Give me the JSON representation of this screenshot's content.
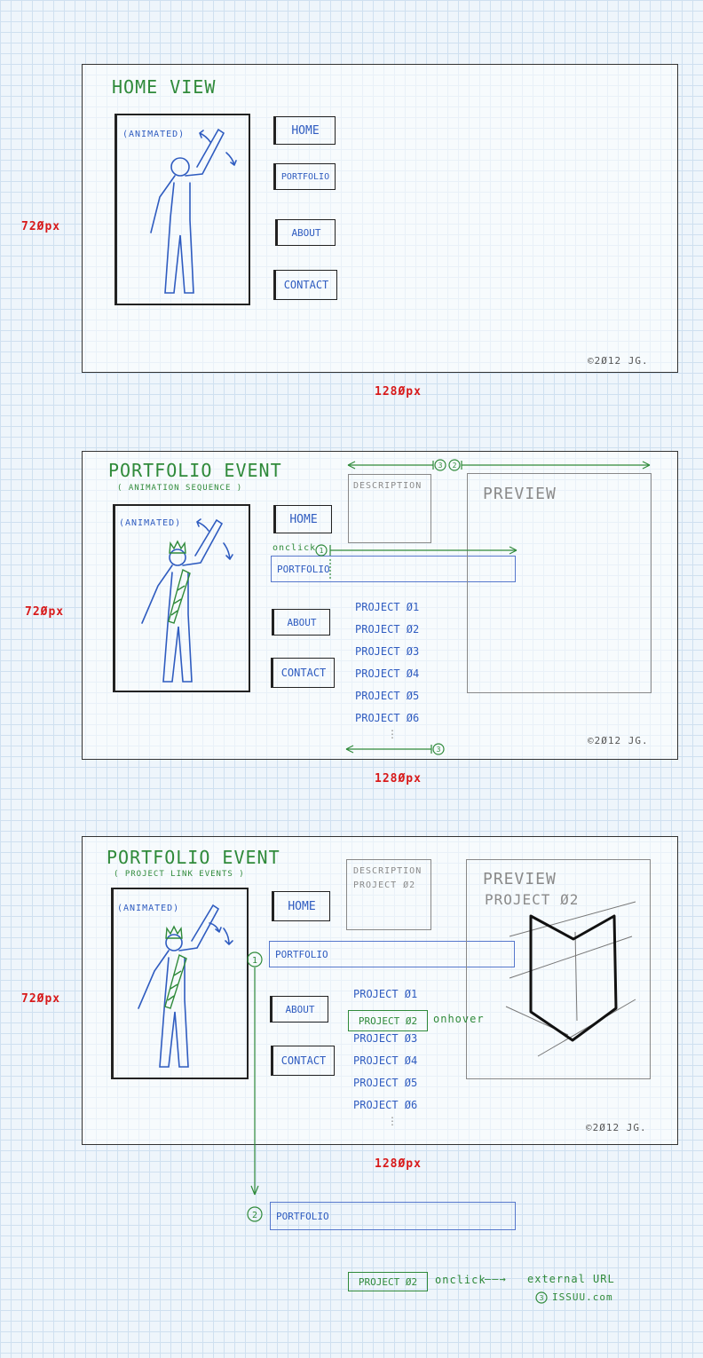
{
  "panel1": {
    "title": "HOME VIEW",
    "animated_label": "(ANIMATED)",
    "nav": [
      "HOME",
      "PORTFOLIO",
      "ABOUT",
      "CONTACT"
    ],
    "copyright": "©2Ø12 JG.",
    "height_label": "72Øpx",
    "width_label": "128Øpx"
  },
  "panel2": {
    "title": "PORTFOLIO EVENT",
    "subtitle": "( ANIMATION SEQUENCE )",
    "animated_label": "(ANIMATED)",
    "nav": [
      "HOME",
      "PORTFOLIO",
      "ABOUT",
      "CONTACT"
    ],
    "onclick_label": "onclick",
    "step1": "1",
    "step2": "2",
    "step3": "3",
    "description_label": "DESCRIPTION",
    "preview_label": "PREVIEW",
    "projects": [
      "PROJECT Ø1",
      "PROJECT Ø2",
      "PROJECT Ø3",
      "PROJECT Ø4",
      "PROJECT Ø5",
      "PROJECT Ø6"
    ],
    "ellipsis": "⋮",
    "copyright": "©2Ø12 JG.",
    "height_label": "72Øpx",
    "width_label": "128Øpx"
  },
  "panel3": {
    "title": "PORTFOLIO EVENT",
    "subtitle": "( PROJECT LINK EVENTS )",
    "animated_label": "(ANIMATED)",
    "nav": [
      "HOME",
      "PORTFOLIO",
      "ABOUT",
      "CONTACT"
    ],
    "description_label": "DESCRIPTION",
    "description_project": "PROJECT Ø2",
    "preview_label": "PREVIEW",
    "preview_project": "PROJECT Ø2",
    "projects": [
      "PROJECT Ø1",
      "PROJECT Ø2",
      "PROJECT Ø3",
      "PROJECT Ø4",
      "PROJECT Ø5",
      "PROJECT Ø6"
    ],
    "onhover_label": "onhover",
    "step1": "1",
    "ellipsis": "⋮",
    "copyright": "©2Ø12 JG.",
    "height_label": "72Øpx",
    "width_label": "128Øpx"
  },
  "footer": {
    "step2": "2",
    "portfolio": "PORTFOLIO",
    "project_box": "PROJECT Ø2",
    "onclick_label": "onclick",
    "arrow": "——→",
    "external_url": "external URL",
    "step3": "3",
    "issuu": "ISSUU.com"
  },
  "colors": {
    "annotation": "#2f8a3a",
    "link": "#2f5cc0",
    "dimension": "#d81a1a",
    "grid": "#cfe0f0"
  }
}
